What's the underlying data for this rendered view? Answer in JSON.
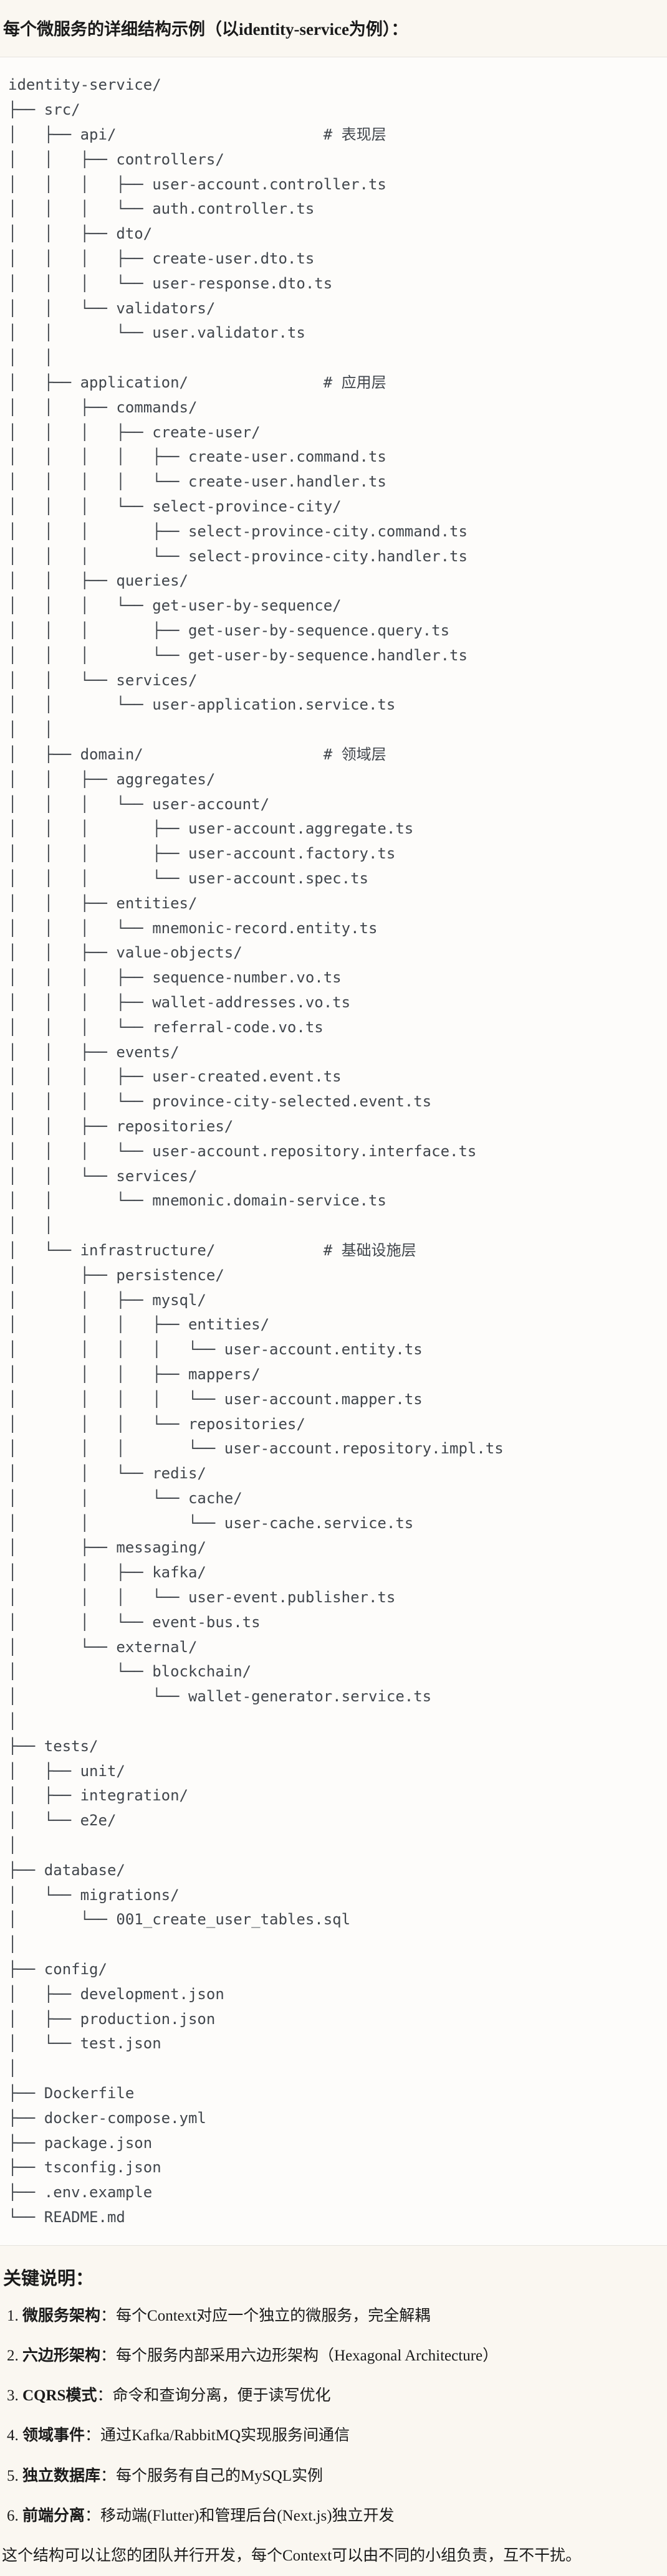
{
  "page": {
    "title": "每个微服务的详细结构示例（以identity-service为例）：",
    "colors": {
      "page_bg": "#FAF7F1",
      "code_bg": "#FDFCFA",
      "code_border": "#E5E3DE",
      "tree_text": "#41464C",
      "body_text": "#1A1A1A"
    }
  },
  "tree": {
    "root": "identity-service/",
    "layer_comments": [
      "# 表现层",
      "# 应用层",
      "# 领域层",
      "# 基础设施层"
    ],
    "lines": [
      "identity-service/",
      "├── src/",
      "│   ├── api/                       # 表现层",
      "│   │   ├── controllers/",
      "│   │   │   ├── user-account.controller.ts",
      "│   │   │   └── auth.controller.ts",
      "│   │   ├── dto/",
      "│   │   │   ├── create-user.dto.ts",
      "│   │   │   └── user-response.dto.ts",
      "│   │   └── validators/",
      "│   │       └── user.validator.ts",
      "│   │",
      "│   ├── application/               # 应用层",
      "│   │   ├── commands/",
      "│   │   │   ├── create-user/",
      "│   │   │   │   ├── create-user.command.ts",
      "│   │   │   │   └── create-user.handler.ts",
      "│   │   │   └── select-province-city/",
      "│   │   │       ├── select-province-city.command.ts",
      "│   │   │       └── select-province-city.handler.ts",
      "│   │   ├── queries/",
      "│   │   │   └── get-user-by-sequence/",
      "│   │   │       ├── get-user-by-sequence.query.ts",
      "│   │   │       └── get-user-by-sequence.handler.ts",
      "│   │   └── services/",
      "│   │       └── user-application.service.ts",
      "│   │",
      "│   ├── domain/                    # 领域层",
      "│   │   ├── aggregates/",
      "│   │   │   └── user-account/",
      "│   │   │       ├── user-account.aggregate.ts",
      "│   │   │       ├── user-account.factory.ts",
      "│   │   │       └── user-account.spec.ts",
      "│   │   ├── entities/",
      "│   │   │   └── mnemonic-record.entity.ts",
      "│   │   ├── value-objects/",
      "│   │   │   ├── sequence-number.vo.ts",
      "│   │   │   ├── wallet-addresses.vo.ts",
      "│   │   │   └── referral-code.vo.ts",
      "│   │   ├── events/",
      "│   │   │   ├── user-created.event.ts",
      "│   │   │   └── province-city-selected.event.ts",
      "│   │   ├── repositories/",
      "│   │   │   └── user-account.repository.interface.ts",
      "│   │   └── services/",
      "│   │       └── mnemonic.domain-service.ts",
      "│   │",
      "│   └── infrastructure/            # 基础设施层",
      "│       ├── persistence/",
      "│       │   ├── mysql/",
      "│       │   │   ├── entities/",
      "│       │   │   │   └── user-account.entity.ts",
      "│       │   │   ├── mappers/",
      "│       │   │   │   └── user-account.mapper.ts",
      "│       │   │   └── repositories/",
      "│       │   │       └── user-account.repository.impl.ts",
      "│       │   └── redis/",
      "│       │       └── cache/",
      "│       │           └── user-cache.service.ts",
      "│       ├── messaging/",
      "│       │   ├── kafka/",
      "│       │   │   └── user-event.publisher.ts",
      "│       │   └── event-bus.ts",
      "│       └── external/",
      "│           └── blockchain/",
      "│               └── wallet-generator.service.ts",
      "│",
      "├── tests/",
      "│   ├── unit/",
      "│   ├── integration/",
      "│   └── e2e/",
      "│",
      "├── database/",
      "│   └── migrations/",
      "│       └── 001_create_user_tables.sql",
      "│",
      "├── config/",
      "│   ├── development.json",
      "│   ├── production.json",
      "│   └── test.json",
      "│",
      "├── Dockerfile",
      "├── docker-compose.yml",
      "├── package.json",
      "├── tsconfig.json",
      "├── .env.example",
      "└── README.md"
    ]
  },
  "notes": {
    "heading": "关键说明：",
    "items": [
      {
        "num": "1. ",
        "term": "微服务架构",
        "colon": "：",
        "desc": "每个Context对应一个独立的微服务，完全解耦"
      },
      {
        "num": "2. ",
        "term": "六边形架构",
        "colon": "：",
        "desc": "每个服务内部采用六边形架构（Hexagonal Architecture）"
      },
      {
        "num": "3. ",
        "term": "CQRS模式",
        "colon": "：",
        "desc": "命令和查询分离，便于读写优化"
      },
      {
        "num": "4. ",
        "term": "领域事件",
        "colon": "：",
        "desc": "通过Kafka/RabbitMQ实现服务间通信"
      },
      {
        "num": "5. ",
        "term": "独立数据库",
        "colon": "：",
        "desc": "每个服务有自己的MySQL实例"
      },
      {
        "num": "6. ",
        "term": "前端分离",
        "colon": "：",
        "desc": "移动端(Flutter)和管理后台(Next.js)独立开发"
      }
    ],
    "footer": "这个结构可以让您的团队并行开发，每个Context可以由不同的小组负责，互不干扰。"
  }
}
